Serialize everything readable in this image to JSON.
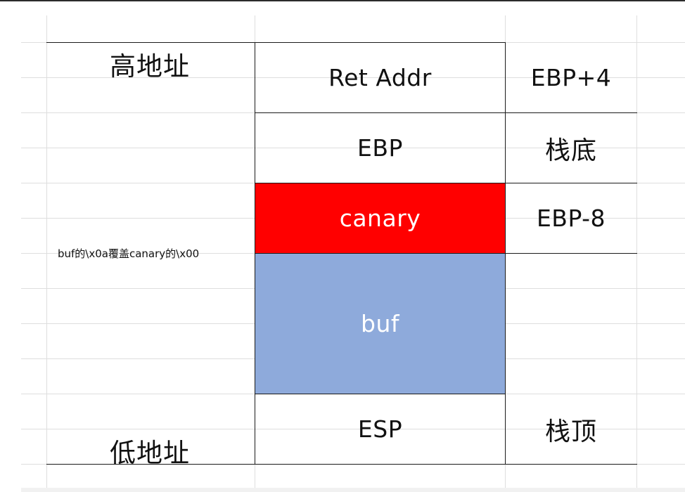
{
  "stack": {
    "cells": [
      {
        "label": "Ret Addr",
        "offset": "EBP+4"
      },
      {
        "label": "EBP",
        "offset": "栈底"
      },
      {
        "label": "canary",
        "offset": "EBP-8"
      },
      {
        "label": "buf",
        "offset": ""
      },
      {
        "label": "ESP",
        "offset": "栈顶"
      }
    ]
  },
  "labels": {
    "high_address": "高地址",
    "low_address": "低地址",
    "note": "buf的\\x0a覆盖canary的\\x00"
  },
  "colors": {
    "canary": "#ff0000",
    "buf": "#8eaadb",
    "grid": "#dedede",
    "border": "#1a1a1a"
  }
}
